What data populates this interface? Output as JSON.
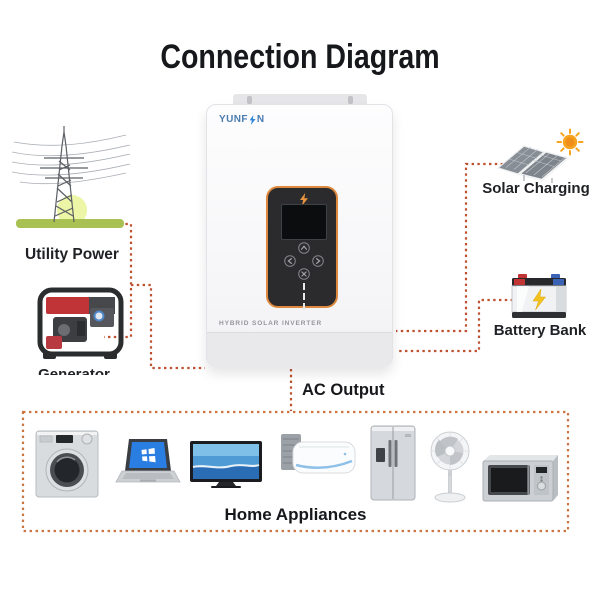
{
  "title": "Connection Diagram",
  "inverter": {
    "brand_left": "YUNF",
    "brand_right": "N",
    "panel_label": "HYBRID SOLAR INVERTER"
  },
  "nodes": {
    "utility": {
      "label": "Utility Power"
    },
    "generator": {
      "label": "Generator"
    },
    "solar": {
      "label": "Solar Charging"
    },
    "battery": {
      "label": "Battery Bank"
    }
  },
  "output": {
    "ac_label": "AC Output",
    "appliances_label": "Home Appliances"
  },
  "icons": {
    "sources": [
      "utility-tower",
      "generator",
      "solar-panel",
      "sun",
      "battery"
    ],
    "appliances": [
      "washing-machine",
      "laptop",
      "tv",
      "air-conditioner",
      "refrigerator",
      "stand-fan",
      "microwave"
    ],
    "display": [
      "lightning-bolt",
      "up-arrow",
      "left-arrow",
      "right-arrow",
      "close"
    ]
  },
  "colors": {
    "dash_line": "#bf5130",
    "box_dash": "#cd7440",
    "display_border": "#dd8a3e",
    "display_bolt": "#e9953f",
    "logo_blue": "#4a7cb0",
    "sun": "#f6a31d",
    "grass": "#a8c152",
    "generator_red": "#c03438",
    "battery_bolt": "#f4c21f",
    "laptop_screen_blue": "#2a7de1"
  }
}
